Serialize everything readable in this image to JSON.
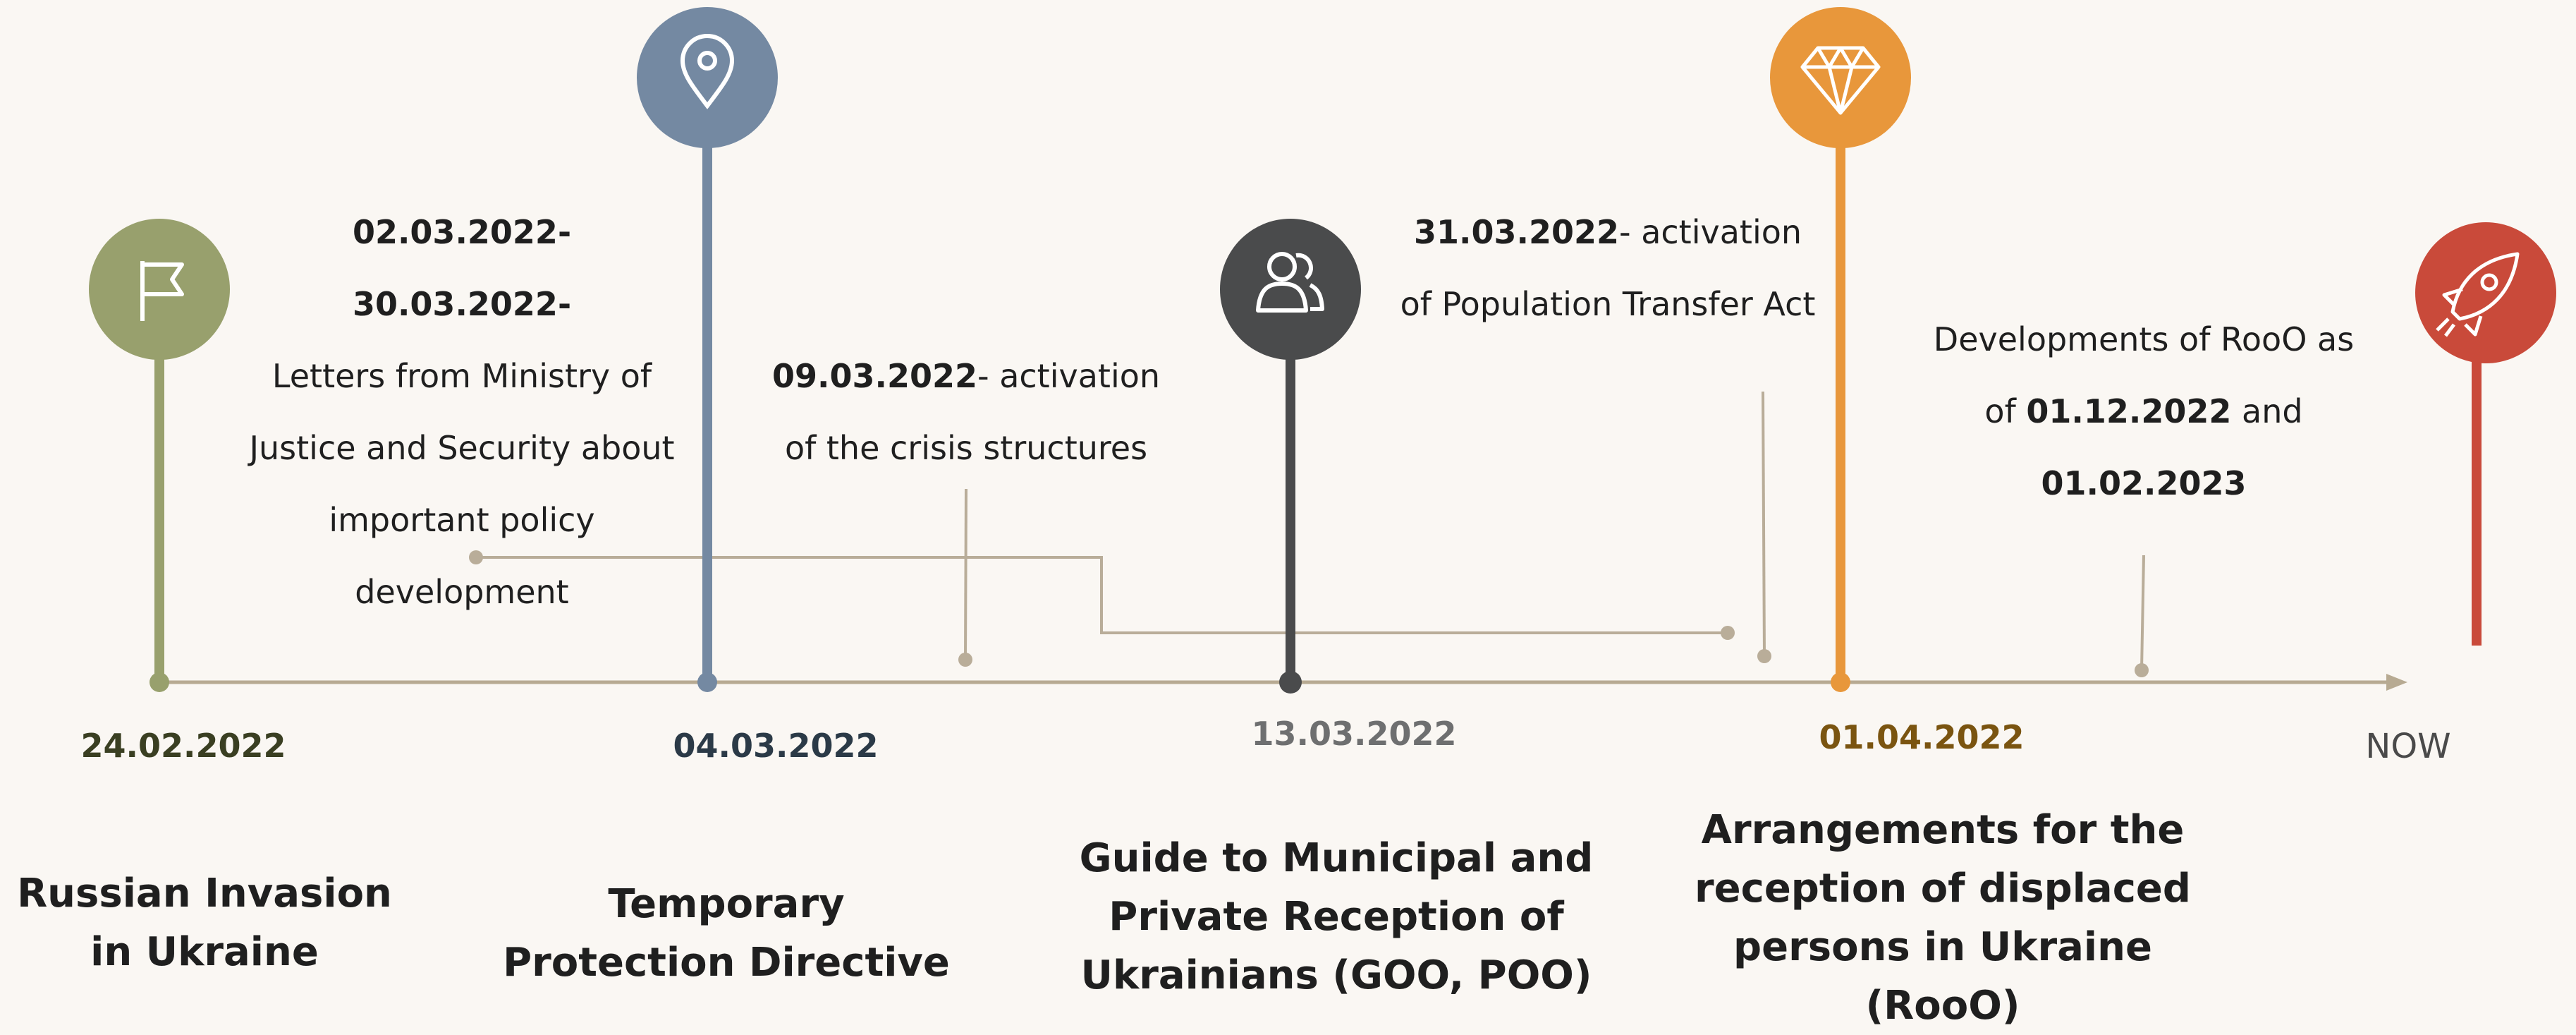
{
  "colors": {
    "axis": "#b7aa92",
    "connector": "#b9ad99",
    "olive": "#98a06d",
    "blue": "#7489a2",
    "dark": "#4a4b4c",
    "orange": "#e8973b",
    "red": "#c94a3a",
    "background": "#faf7f3"
  },
  "events": [
    {
      "date": "24.02.2022",
      "title": "Russian Invasion in Ukraine",
      "icon": "flag-icon",
      "color": "#98a06d",
      "date_color": "#3a3f22"
    },
    {
      "date": "04.03.2022",
      "title": "Temporary Protection Directive",
      "icon": "location-pin-icon",
      "color": "#7489a2",
      "date_color": "#2b3a47"
    },
    {
      "date": "13.03.2022",
      "title": "Guide to Municipal and Private Reception of Ukrainians (GOO, POO)",
      "icon": "people-icon",
      "color": "#4a4b4c",
      "date_color": "#6e6f70"
    },
    {
      "date": "01.04.2022",
      "title": "Arrangements for the reception of displaced persons in Ukraine (RooO)",
      "icon": "diamond-icon",
      "color": "#e8973b",
      "date_color": "#7a5410"
    },
    {
      "date": "NOW",
      "title": "",
      "icon": "rocket-icon",
      "color": "#c94a3a",
      "date_color": "#4a4a4a"
    }
  ],
  "notes": [
    {
      "bold": "02.03.2022- 30.03.2022-",
      "text": "Letters from Ministry of Justice and Security about important policy development"
    },
    {
      "bold": "09.03.2022",
      "text": "- activation of the crisis structures"
    },
    {
      "bold": "31.03.2022",
      "text": "- activation of Population Transfer Act"
    },
    {
      "pre": "Developments of RooO as of ",
      "bold": "01.12.2022",
      "mid": " and ",
      "bold2": "01.02.2023"
    }
  ]
}
